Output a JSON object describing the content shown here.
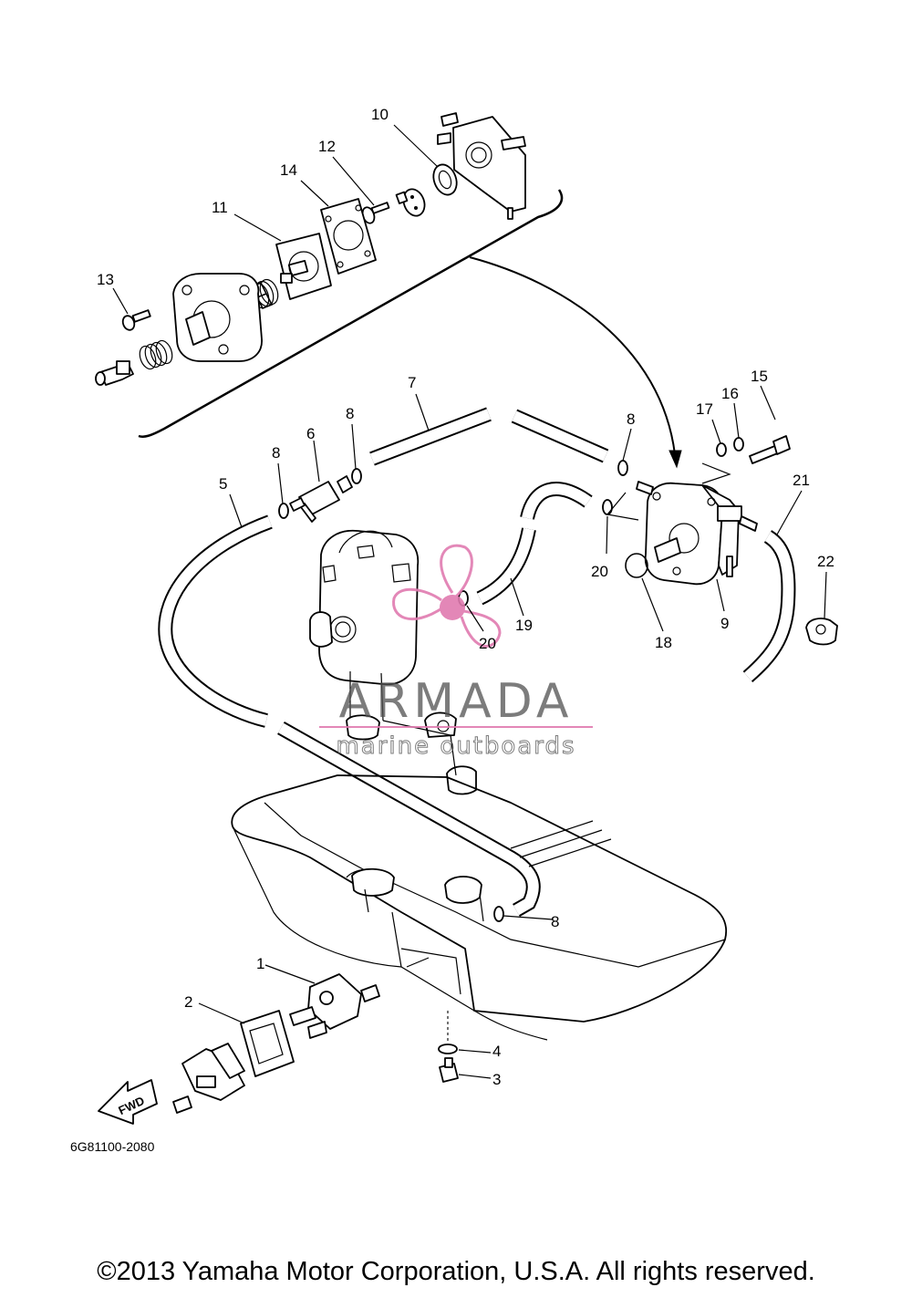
{
  "diagram": {
    "part_callouts": [
      "1",
      "2",
      "3",
      "4",
      "5",
      "6",
      "7",
      "8",
      "8",
      "8",
      "8",
      "8",
      "9",
      "10",
      "11",
      "12",
      "13",
      "14",
      "15",
      "16",
      "17",
      "18",
      "19",
      "20",
      "20",
      "21",
      "22"
    ],
    "direction_marker": "FWD",
    "drawing_code": "6G81100-2080"
  },
  "watermark": {
    "brand": "ARMADA",
    "tagline": "marine outboards",
    "brand_color": "#e07bb0",
    "text_color": "#555555"
  },
  "footer": {
    "copyright": "©2013 Yamaha Motor Corporation, U.S.A. All rights reserved."
  }
}
